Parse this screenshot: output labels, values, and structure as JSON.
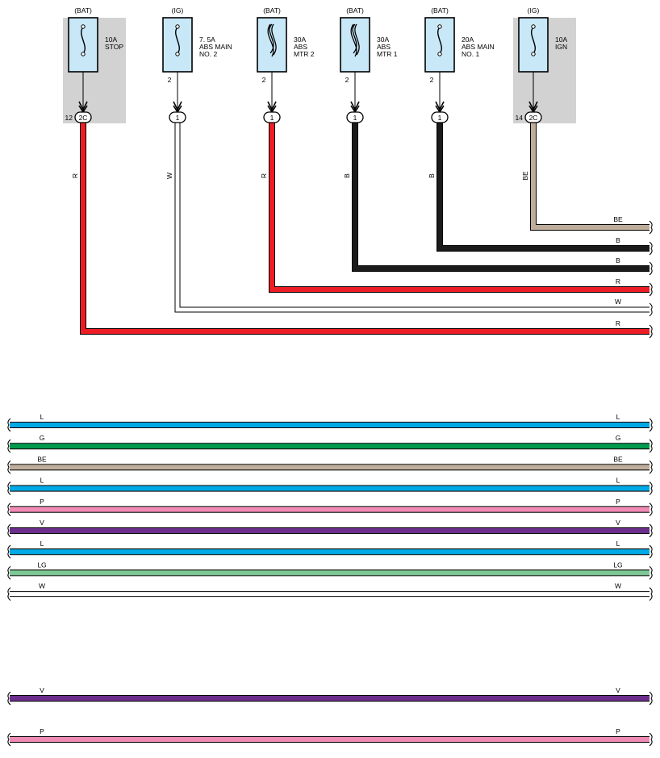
{
  "fuses": [
    {
      "id": "stop",
      "supply": "(BAT)",
      "rating": "10A",
      "name": [
        "STOP"
      ],
      "pin": "",
      "connector": "2C",
      "connector_num": "12",
      "wire": "R",
      "type": "fuse",
      "shaded": true
    },
    {
      "id": "abs-main-2",
      "supply": "(IG)",
      "rating": "7. 5A",
      "name": [
        "ABS MAIN",
        "NO. 2"
      ],
      "pin": "2",
      "connector": "1",
      "connector_num": "",
      "wire": "W",
      "type": "fuse",
      "shaded": false
    },
    {
      "id": "abs-mtr-2",
      "supply": "(BAT)",
      "rating": "30A",
      "name": [
        "ABS",
        "MTR 2"
      ],
      "pin": "2",
      "connector": "1",
      "connector_num": "",
      "wire": "R",
      "type": "fusible",
      "shaded": false
    },
    {
      "id": "abs-mtr-1",
      "supply": "(BAT)",
      "rating": "30A",
      "name": [
        "ABS",
        "MTR 1"
      ],
      "pin": "2",
      "connector": "1",
      "connector_num": "",
      "wire": "B",
      "type": "fusible",
      "shaded": false
    },
    {
      "id": "abs-main-1",
      "supply": "(BAT)",
      "rating": "20A",
      "name": [
        "ABS MAIN",
        "NO. 1"
      ],
      "pin": "2",
      "connector": "1",
      "connector_num": "",
      "wire": "B",
      "type": "fuse",
      "shaded": false
    },
    {
      "id": "ign",
      "supply": "(IG)",
      "rating": "10A",
      "name": [
        "IGN"
      ],
      "pin": "",
      "connector": "2C",
      "connector_num": "14",
      "wire": "BE",
      "type": "fuse",
      "shaded": true
    }
  ],
  "branch_wires": [
    {
      "from": "ign",
      "label": "BE"
    },
    {
      "from": "abs-main-1",
      "label": "B"
    },
    {
      "from": "abs-mtr-1",
      "label": "B"
    },
    {
      "from": "abs-mtr-2",
      "label": "R"
    },
    {
      "from": "abs-main-2",
      "label": "W"
    },
    {
      "from": "stop",
      "label": "R"
    }
  ],
  "bus_wires": [
    {
      "left": "L",
      "right": "L"
    },
    {
      "left": "G",
      "right": "G"
    },
    {
      "left": "BE",
      "right": "BE"
    },
    {
      "left": "L",
      "right": "L"
    },
    {
      "left": "P",
      "right": "P"
    },
    {
      "left": "V",
      "right": "V"
    },
    {
      "left": "L",
      "right": "L"
    },
    {
      "left": "LG",
      "right": "LG"
    },
    {
      "left": "W",
      "right": "W"
    }
  ],
  "lower_wires": [
    {
      "left": "V",
      "right": "V"
    },
    {
      "left": "P",
      "right": "P"
    }
  ],
  "colors": {
    "R": "#ee1c25",
    "W": "#ffffff",
    "B": "#1a1a1a",
    "BE": "#bfad9c",
    "L": "#00a8e4",
    "G": "#009a4e",
    "P": "#f08bb5",
    "V": "#6b2e8c",
    "LG": "#7dc795",
    "fuse_fill": "#c8e8f8",
    "shade": "#d2d2d2"
  }
}
